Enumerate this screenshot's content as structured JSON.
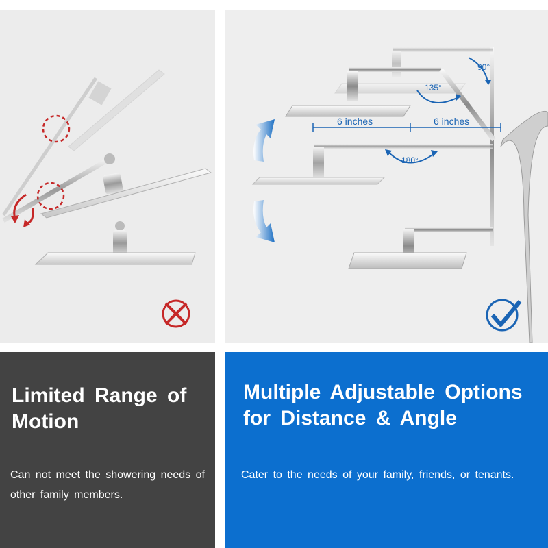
{
  "left_panel": {
    "heading": "Limited Range of Motion",
    "description": "Can not meet the showering needs of other family members.",
    "status_icon": "red-x-icon",
    "color": "#434343"
  },
  "right_panel": {
    "heading": "Multiple Adjustable Options for Distance & Angle",
    "description": "Cater to the needs of your family, friends, or tenants.",
    "status_icon": "blue-check-icon",
    "color": "#0c6fcf",
    "measurements": {
      "dist_1": "6 inches",
      "dist_2": "6 inches",
      "angle_90": "90°",
      "angle_135": "135°",
      "angle_180": "180°"
    }
  },
  "colors": {
    "accent_blue": "#1a64b4",
    "cross_red": "#d32f2f"
  }
}
